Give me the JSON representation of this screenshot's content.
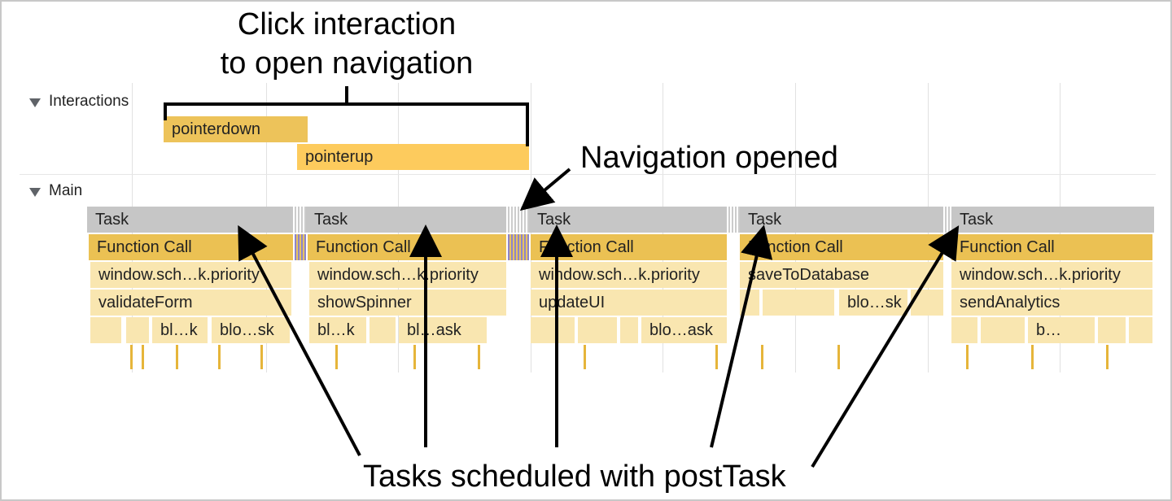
{
  "annotations": {
    "click_line1": "Click interaction",
    "click_line2": "to open navigation",
    "navigation_opened": "Navigation opened",
    "tasks_scheduled": "Tasks scheduled with postTask"
  },
  "tracks": {
    "interactions": "Interactions",
    "main": "Main"
  },
  "interactions": {
    "pointerdown": "pointerdown",
    "pointerup": "pointerup"
  },
  "columns": [
    {
      "task": "Task",
      "call": "Function Call",
      "level1": "window.sch…k.priority",
      "level2": "validateForm",
      "small": [
        "bl…k",
        "blo…sk"
      ]
    },
    {
      "task": "Task",
      "call": "Function Call",
      "level1": "window.sch…k.priority",
      "level2": "showSpinner",
      "small": [
        "bl…k",
        "bl…ask"
      ]
    },
    {
      "task": "Task",
      "call": "Function Call",
      "level1": "window.sch…k.priority",
      "level2": "updateUI",
      "small": [
        "blo…ask"
      ]
    },
    {
      "task": "Task",
      "call": "Function Call",
      "level1": "saveToDatabase",
      "level2": "blo…sk",
      "small": []
    },
    {
      "task": "Task",
      "call": "Function Call",
      "level1": "window.sch…k.priority",
      "level2": "sendAnalytics",
      "small": [
        "b…"
      ]
    }
  ],
  "colors": {
    "task": "#c6c6c6",
    "function_call": "#ebc153",
    "subcall": "#f9e6b0",
    "pointerdown": "#edc35a",
    "pointerup": "#fdcb5d"
  }
}
